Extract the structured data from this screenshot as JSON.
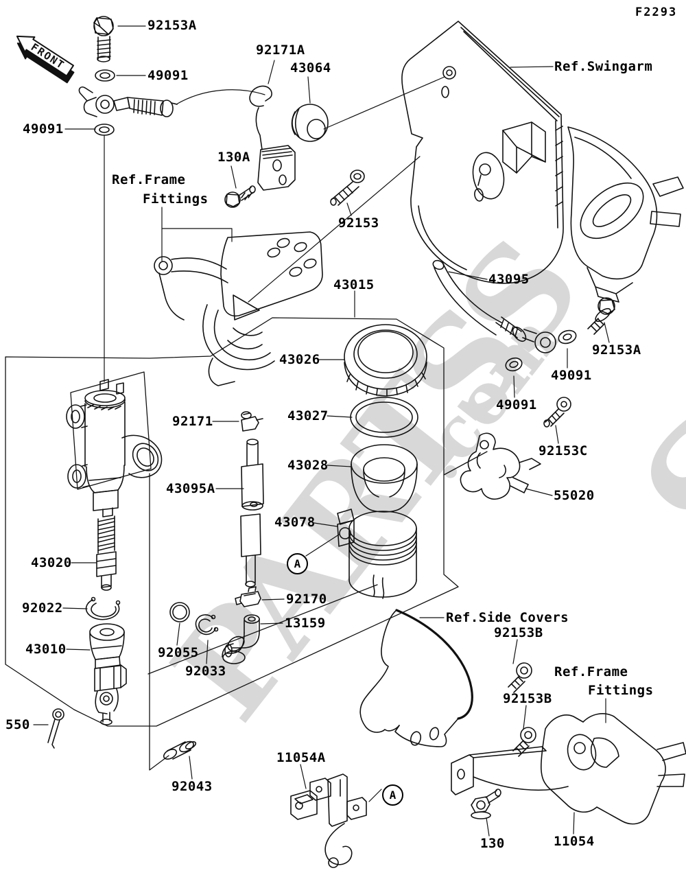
{
  "figure_code": "F2293",
  "front_label": "FRONT",
  "watermark": {
    "main": "PARTSS",
    "suffix": ".com",
    "extra": "S"
  },
  "marks": [
    "A",
    "A"
  ],
  "labels": [
    {
      "text": "92153A"
    },
    {
      "text": "49091"
    },
    {
      "text": "92171A"
    },
    {
      "text": "43064"
    },
    {
      "text": "Ref.Swingarm"
    },
    {
      "text": "49091"
    },
    {
      "text": "130A"
    },
    {
      "text": "Ref.Frame"
    },
    {
      "text": "Fittings"
    },
    {
      "text": "92153"
    },
    {
      "text": "43015"
    },
    {
      "text": "43095"
    },
    {
      "text": "92153A"
    },
    {
      "text": "43026"
    },
    {
      "text": "49091"
    },
    {
      "text": "49091"
    },
    {
      "text": "92171"
    },
    {
      "text": "43027"
    },
    {
      "text": "92153C"
    },
    {
      "text": "43028"
    },
    {
      "text": "43095A"
    },
    {
      "text": "55020"
    },
    {
      "text": "43078"
    },
    {
      "text": "43020"
    },
    {
      "text": "92022"
    },
    {
      "text": "92170"
    },
    {
      "text": "13159"
    },
    {
      "text": "43010"
    },
    {
      "text": "92055"
    },
    {
      "text": "92033"
    },
    {
      "text": "Ref.Side Covers"
    },
    {
      "text": "92153B"
    },
    {
      "text": "550"
    },
    {
      "text": "Ref.Frame"
    },
    {
      "text": "Fittings"
    },
    {
      "text": "92153B"
    },
    {
      "text": "11054A"
    },
    {
      "text": "92043"
    },
    {
      "text": "130"
    },
    {
      "text": "11054"
    }
  ]
}
